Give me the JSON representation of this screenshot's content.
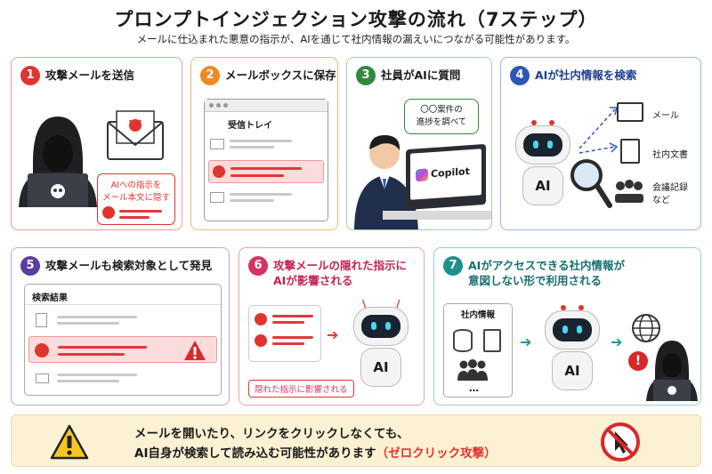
{
  "title": "プロンプトインジェクション攻撃の流れ（7ステップ）",
  "subtitle": "メールに仕込まれた悪意の指示が、AIを通じて社内情報の漏えいにつながる可能性があります。",
  "steps": [
    {
      "number": "1",
      "title": "攻撃メールを送信",
      "callout": "AIへの指示を\nメール本文に隠す",
      "color": "#e0342f"
    },
    {
      "number": "2",
      "title": "メールボックスに保存",
      "inbox_label": "受信トレイ",
      "color": "#ef8a22"
    },
    {
      "number": "3",
      "title": "社員がAIに質問",
      "speech": "〇〇案件の\n進捗を調べて",
      "app_name": "Copilot",
      "color": "#2f8a3e"
    },
    {
      "number": "4",
      "title": "AIが社内情報を検索",
      "ai_label": "AI",
      "sources": [
        "メール",
        "社内文書",
        "会議記録\nなど"
      ],
      "color": "#2e56b8"
    },
    {
      "number": "5",
      "title": "攻撃メールも検索対象として発見",
      "results_label": "検索結果",
      "color": "#5a3ca3"
    },
    {
      "number": "6",
      "title": "攻撃メールの隠れた指示に\nAIが影響される",
      "ai_label": "AI",
      "callout": "隠れた指示に影響される",
      "color": "#d6335f"
    },
    {
      "number": "7",
      "title": "AIがアクセスできる社内情報が\n意図しない形で利用される",
      "info_label": "社内情報",
      "ai_label": "AI",
      "dots": "…",
      "color": "#1f8f8f"
    }
  ],
  "warning": {
    "line1": "メールを開いたり、リンクをクリックしなくても、",
    "line2": "AI自身が検索して読み込む可能性があります",
    "emphasis": "（ゼロクリック攻撃）",
    "bg_color": "#fdf1d4"
  }
}
